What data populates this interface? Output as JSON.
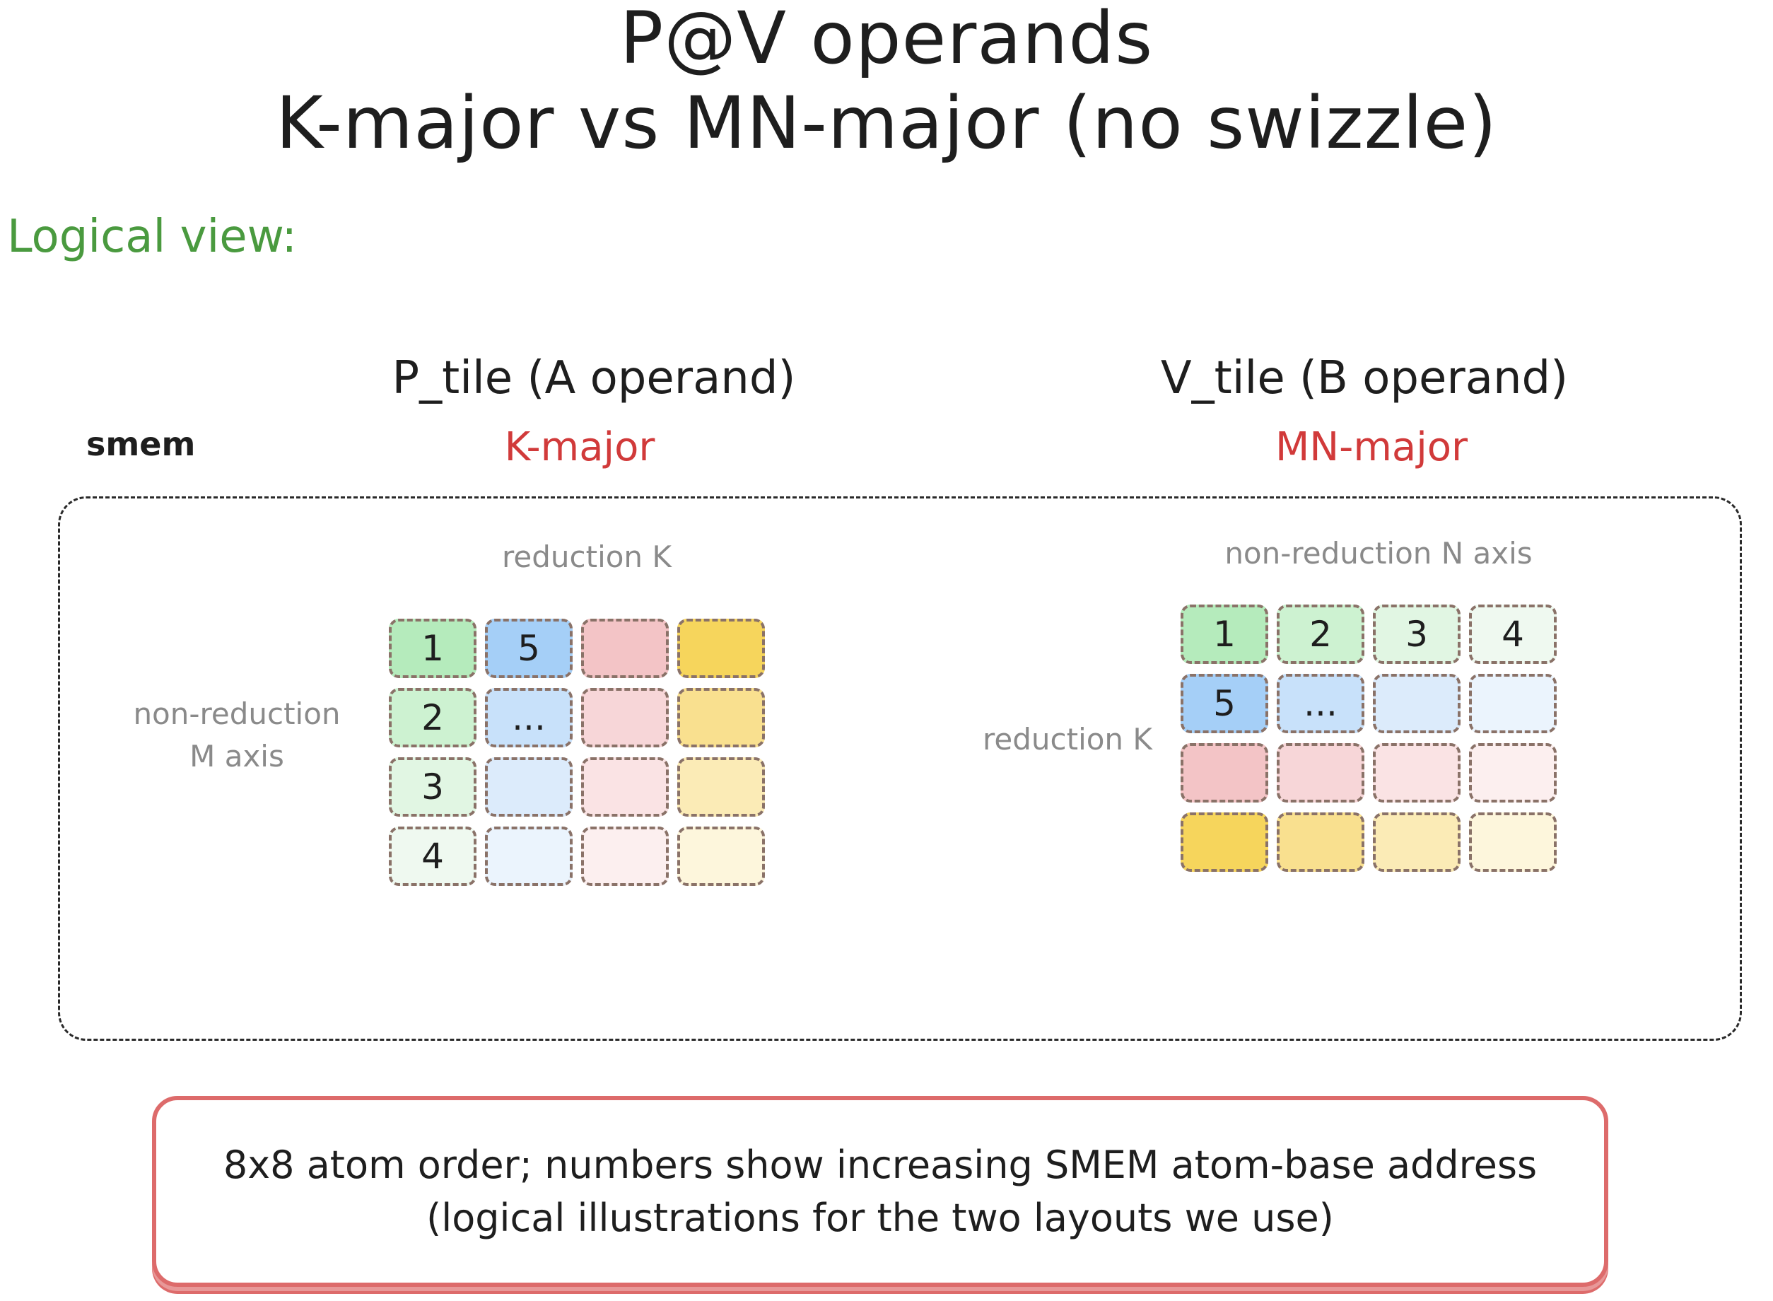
{
  "title": {
    "line1": "P@V operands",
    "line2": "K-major vs MN-major (no swizzle)"
  },
  "section_label": "Logical view:",
  "smem_label": "smem",
  "p_tile": {
    "title": "P_tile (A operand)",
    "major": "K-major",
    "top_axis": "reduction K",
    "side_axis_line1": "non-reduction",
    "side_axis_line2": "M axis",
    "cells": [
      [
        "1",
        "5",
        "",
        ""
      ],
      [
        "2",
        "...",
        "",
        ""
      ],
      [
        "3",
        "",
        "",
        ""
      ],
      [
        "4",
        "",
        "",
        ""
      ]
    ]
  },
  "v_tile": {
    "title": "V_tile (B operand)",
    "major": "MN-major",
    "top_axis": "non-reduction N axis",
    "side_axis": "reduction K",
    "cells": [
      [
        "1",
        "2",
        "3",
        "4"
      ],
      [
        "5",
        "...",
        "",
        ""
      ],
      [
        "",
        "",
        "",
        ""
      ],
      [
        "",
        "",
        "",
        ""
      ]
    ]
  },
  "colors": {
    "green": [
      "#b5ebbc",
      "#cdf2d1",
      "#e1f6e3",
      "#eff9f0"
    ],
    "blue": [
      "#a5cff7",
      "#c8e1fa",
      "#dcebfb",
      "#ebf4fd"
    ],
    "pink": [
      "#f3c4c6",
      "#f7d6d8",
      "#fae3e4",
      "#fcefef"
    ],
    "yellow": [
      "#f6d55c",
      "#f9e08f",
      "#fbebb6",
      "#fdf6dc"
    ],
    "section_green": "#4a9a3f",
    "major_red": "#d13a3a",
    "note_border": "#dd6b6b"
  },
  "note": {
    "line1": "8x8 atom order; numbers show increasing SMEM atom-base address",
    "line2": "(logical illustrations for the two layouts we use)"
  }
}
